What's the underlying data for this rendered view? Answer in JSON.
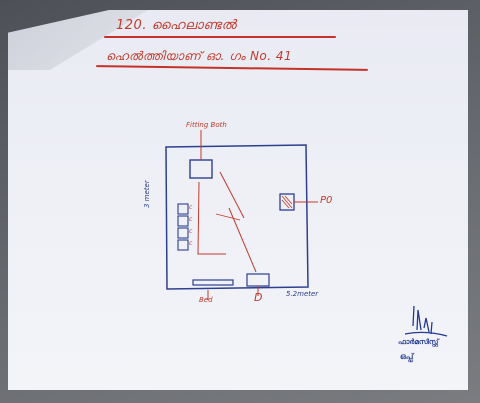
{
  "header": {
    "line1": "120. ഹൈലാണ്ടൽ",
    "line2": "ഹെൽത്തിയാണ് ഓ. ഗം No. 41"
  },
  "sketch": {
    "top_label": "Fitting Both",
    "left_label": "3 meter",
    "right_label": "P0",
    "bottom_left_label": "Bed",
    "bottom_mid_label": "D",
    "bottom_right_label": "5.2meter",
    "small_box_labels": [
      "c",
      "c",
      "c",
      "c"
    ]
  },
  "signature": {
    "line1": "ഫാർമസിസ്റ്റ്",
    "line2": "ഒപ്പ്"
  },
  "colors": {
    "red_ink": "#c13a2c",
    "blue_ink": "#2d3f8e",
    "paper": "#eef0f6"
  }
}
